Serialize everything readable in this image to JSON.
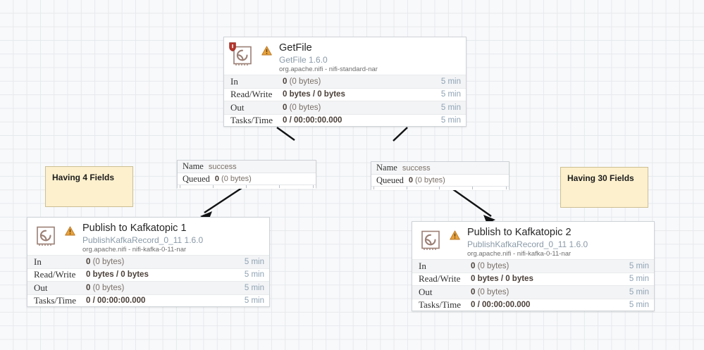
{
  "canvas": {
    "grid_color": "#e6e9ec",
    "background_color": "#f8f9fb"
  },
  "processors": [
    {
      "id": "getfile",
      "name": "GetFile",
      "type": "GetFile 1.6.0",
      "bundle": "org.apache.nifi - nifi-standard-nar",
      "has_shield_badge": true,
      "has_warning": true,
      "warning_color": "#e8a33d",
      "icon": "processor-chip-icon",
      "stats": [
        {
          "label": "In",
          "value_bold": "0",
          "value_rest": " (0 bytes)",
          "time": "5 min"
        },
        {
          "label": "Read/Write",
          "value_bold": "0 bytes / 0 bytes",
          "value_rest": "",
          "time": "5 min"
        },
        {
          "label": "Out",
          "value_bold": "0",
          "value_rest": " (0 bytes)",
          "time": "5 min"
        },
        {
          "label": "Tasks/Time",
          "value_bold": "0 / 00:00:00.000",
          "value_rest": "",
          "time": "5 min"
        }
      ]
    },
    {
      "id": "kafka1",
      "name": "Publish to Kafkatopic 1",
      "type": "PublishKafkaRecord_0_11 1.6.0",
      "bundle": "org.apache.nifi - nifi-kafka-0-11-nar",
      "has_shield_badge": false,
      "has_warning": true,
      "warning_color": "#e8a33d",
      "icon": "processor-chip-icon",
      "stats": [
        {
          "label": "In",
          "value_bold": "0",
          "value_rest": " (0 bytes)",
          "time": "5 min"
        },
        {
          "label": "Read/Write",
          "value_bold": "0 bytes / 0 bytes",
          "value_rest": "",
          "time": "5 min"
        },
        {
          "label": "Out",
          "value_bold": "0",
          "value_rest": " (0 bytes)",
          "time": "5 min"
        },
        {
          "label": "Tasks/Time",
          "value_bold": "0 / 00:00:00.000",
          "value_rest": "",
          "time": "5 min"
        }
      ]
    },
    {
      "id": "kafka2",
      "name": "Publish to Kafkatopic 2",
      "type": "PublishKafkaRecord_0_11 1.6.0",
      "bundle": "org.apache.nifi - nifi-kafka-0-11-nar",
      "has_shield_badge": false,
      "has_warning": true,
      "warning_color": "#e8a33d",
      "icon": "processor-chip-icon",
      "stats": [
        {
          "label": "In",
          "value_bold": "0",
          "value_rest": " (0 bytes)",
          "time": "5 min"
        },
        {
          "label": "Read/Write",
          "value_bold": "0 bytes / 0 bytes",
          "value_rest": "",
          "time": "5 min"
        },
        {
          "label": "Out",
          "value_bold": "0",
          "value_rest": " (0 bytes)",
          "time": "5 min"
        },
        {
          "label": "Tasks/Time",
          "value_bold": "0 / 00:00:00.000",
          "value_rest": "",
          "time": "5 min"
        }
      ]
    }
  ],
  "connections": [
    {
      "id": "conn-left",
      "name_key": "Name",
      "name_value": "success",
      "queued_key": "Queued",
      "queued_bold": "0",
      "queued_rest": " (0 bytes)"
    },
    {
      "id": "conn-right",
      "name_key": "Name",
      "name_value": "success",
      "queued_key": "Queued",
      "queued_bold": "0",
      "queued_rest": " (0 bytes)"
    }
  ],
  "notes": [
    {
      "id": "note-left",
      "text": "Having 4 Fields"
    },
    {
      "id": "note-right",
      "text": "Having 30 Fields"
    }
  ]
}
